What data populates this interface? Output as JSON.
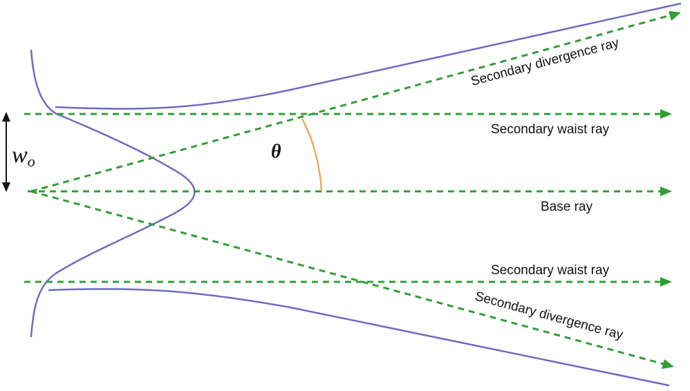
{
  "labels": {
    "secondary_divergence_top": "Secondary divergence ray",
    "secondary_waist_top": "Secondary waist ray",
    "base": "Base ray",
    "secondary_waist_bottom": "Secondary waist ray",
    "secondary_divergence_bottom": "Secondary divergence ray"
  },
  "symbols": {
    "theta": "θ",
    "waist_main": "w",
    "waist_sub": "o"
  },
  "colors": {
    "ray": "#2e9e35",
    "beam_envelope": "#6b6bc2",
    "angle_arc": "#f0a050",
    "dimension_arrow": "#111111"
  }
}
